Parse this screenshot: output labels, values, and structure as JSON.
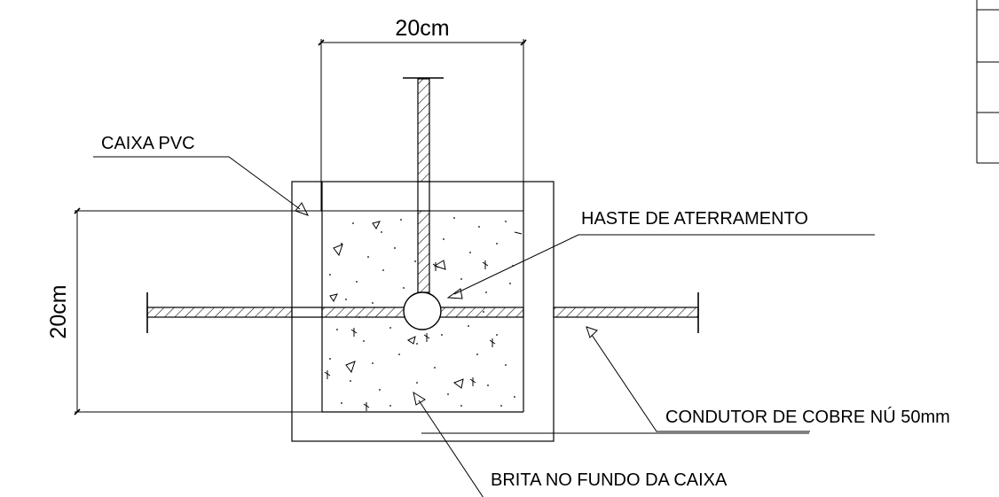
{
  "dimensions": {
    "top_width": "20cm",
    "left_height": "20cm"
  },
  "labels": {
    "caixa": "CAIXA PVC",
    "haste": "HASTE DE ATERRAMENTO",
    "condutor": "CONDUTOR DE COBRE NÚ 50mm",
    "brita": "BRITA NO FUNDO DA CAIXA"
  }
}
